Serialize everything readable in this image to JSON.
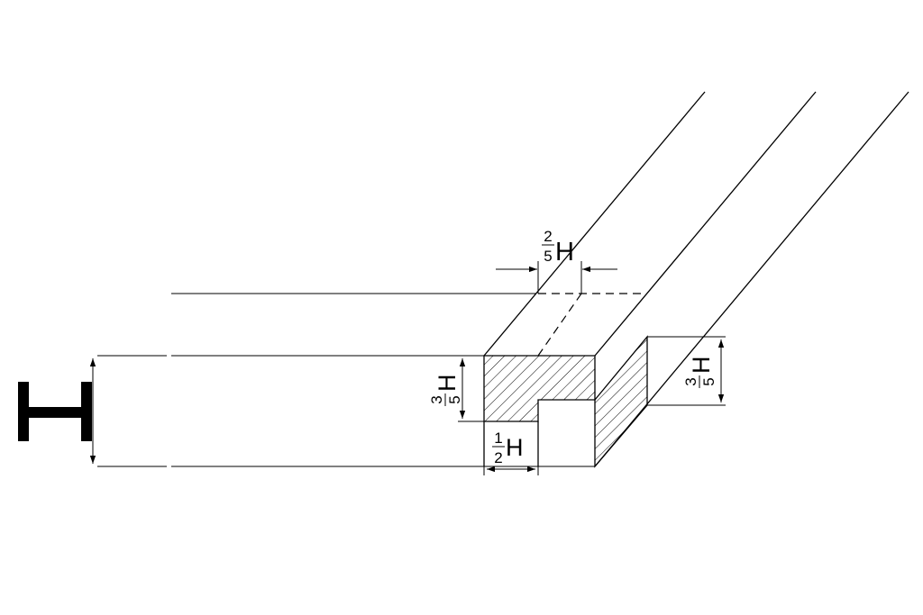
{
  "diagram": {
    "symbol_h": "H",
    "dim_height": {
      "letter": "H"
    },
    "dim_top_width": {
      "num": "2",
      "den": "5",
      "letter": "H"
    },
    "dim_left_height": {
      "num": "3",
      "den": "5",
      "letter": "H"
    },
    "dim_bottom_width": {
      "num": "1",
      "den": "2",
      "letter": "H"
    },
    "dim_right_height": {
      "num": "3",
      "den": "5",
      "letter": "H"
    },
    "colors": {
      "stroke": "#000000",
      "background": "#ffffff"
    }
  }
}
